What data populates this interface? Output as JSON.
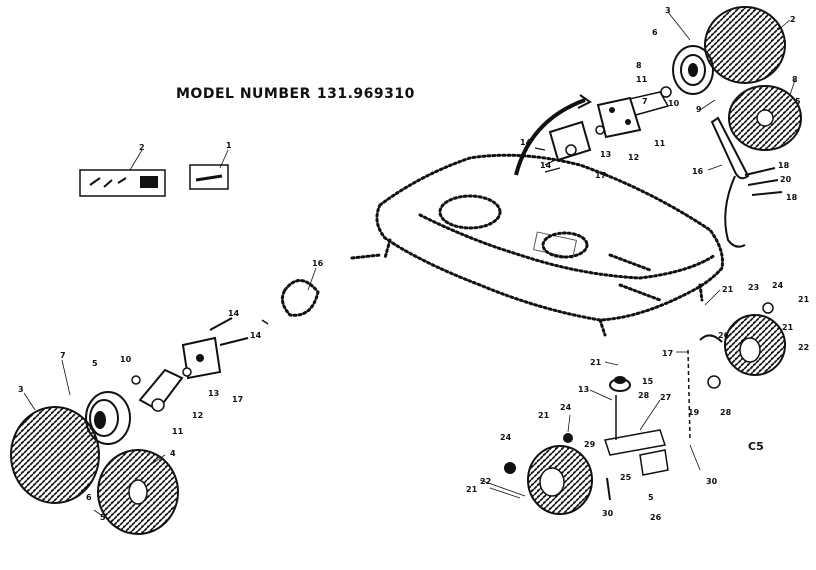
{
  "header": {
    "model_label": "MODEL NUMBER",
    "model_number": "131.969310"
  },
  "footer_code": "C5",
  "part_labels": {
    "p1": "1",
    "p2": "2",
    "p3": "3",
    "p4": "4",
    "p5": "5",
    "p6": "6",
    "p7": "7",
    "p8": "8",
    "p9": "9",
    "p10": "10",
    "p11": "11",
    "p12": "12",
    "p13": "13",
    "p14": "14",
    "p15": "15",
    "p16": "16",
    "p17": "17",
    "p18": "18",
    "p19": "19",
    "p20": "20",
    "p21": "21",
    "p22": "22",
    "p23": "23",
    "p24": "24",
    "p25": "25",
    "p26": "26",
    "p27": "27",
    "p28": "28",
    "p29": "29",
    "p30": "30"
  }
}
